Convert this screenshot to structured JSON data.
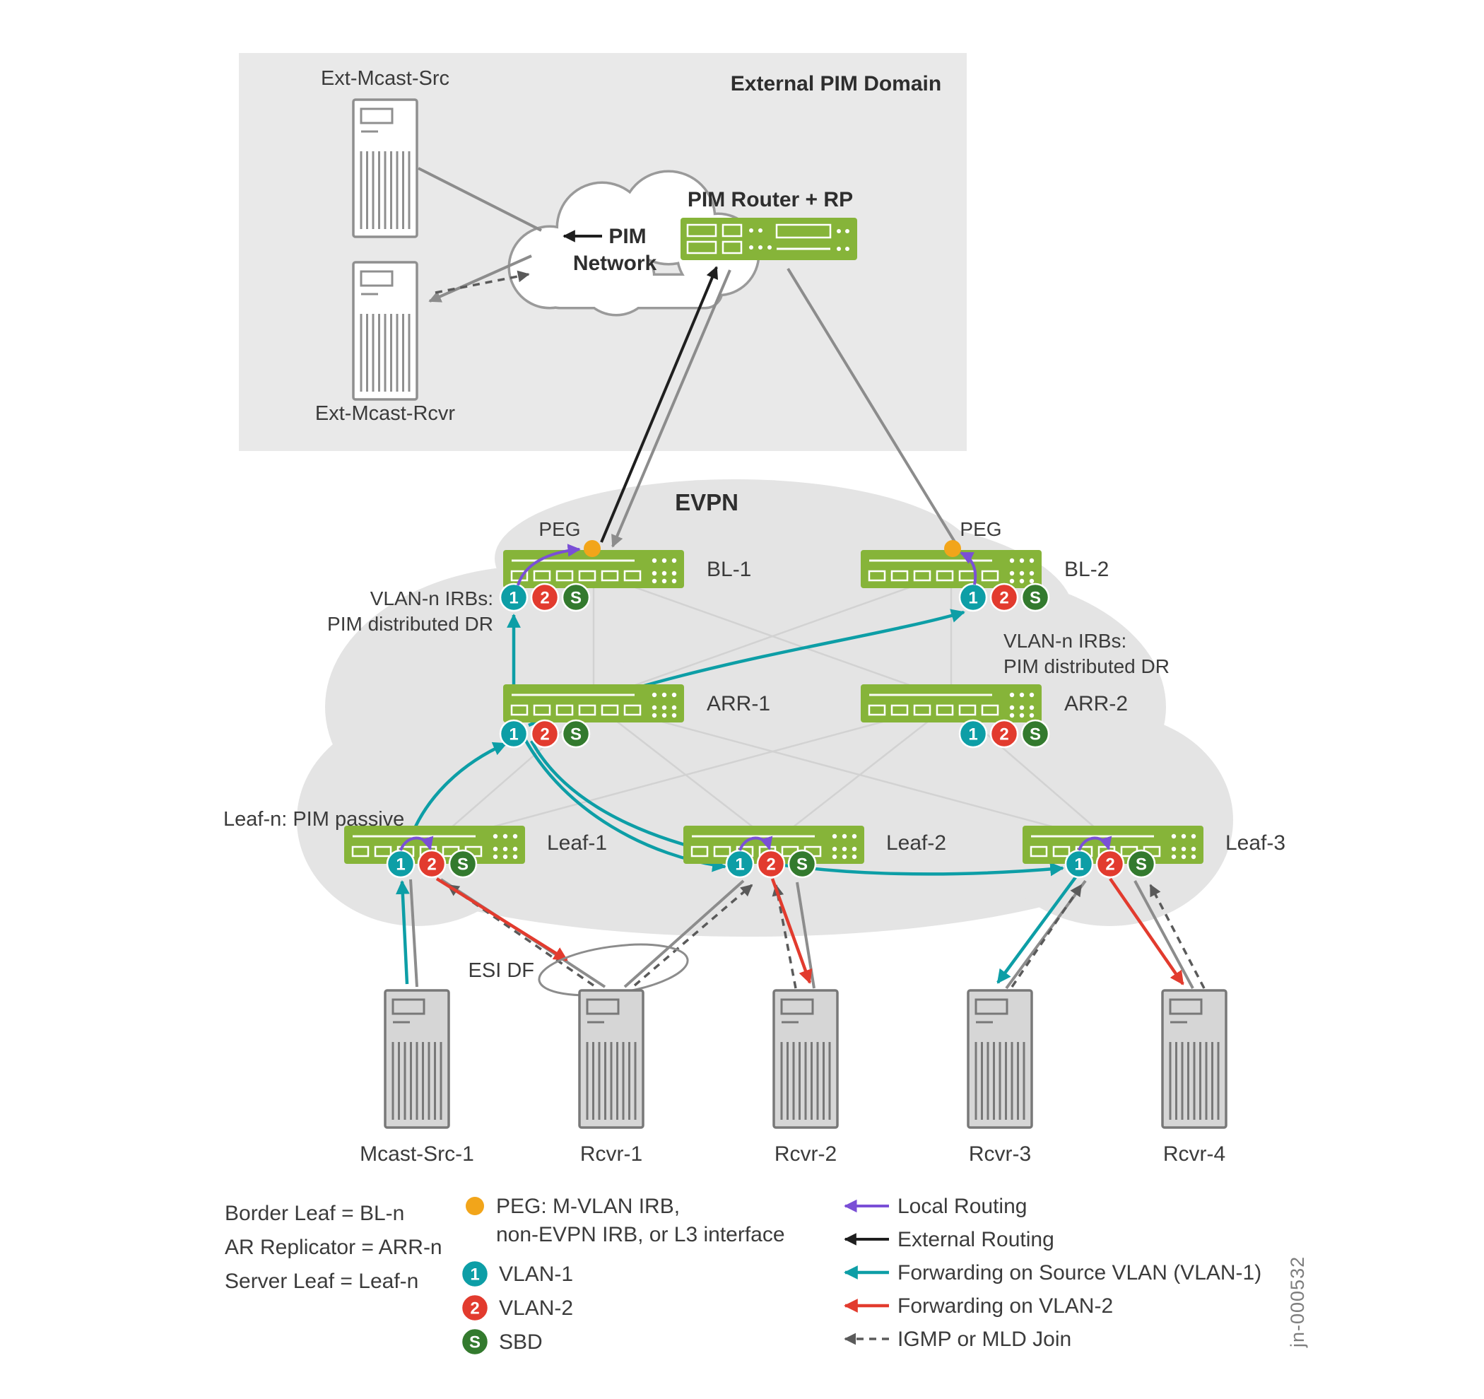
{
  "colors": {
    "switch_green": "#86b439",
    "vlan1_teal": "#0d9ea6",
    "vlan2_red": "#e23b2e",
    "sbd_green": "#337a2e",
    "peg_orange": "#f2a51a",
    "local_routing_purple": "#7a4fd6",
    "external_routing_black": "#1f1f1f",
    "link_gray": "#8c8c8c"
  },
  "badges": {
    "vlan1": "1",
    "vlan2": "2",
    "sbd": "S"
  },
  "external_domain": {
    "title": "External PIM Domain",
    "src_label": "Ext-Mcast-Src",
    "rcvr_label": "Ext-Mcast-Rcvr",
    "cloud_line1": "PIM",
    "cloud_line2": "Network",
    "router_label": "PIM Router + RP"
  },
  "evpn": {
    "title": "EVPN",
    "peg_bl1": "PEG",
    "peg_bl2": "PEG",
    "bl1": "BL-1",
    "bl2": "BL-2",
    "arr1": "ARR-1",
    "arr2": "ARR-2",
    "leaf1": "Leaf-1",
    "leaf2": "Leaf-2",
    "leaf3": "Leaf-3",
    "bl1_note1": "VLAN-n IRBs:",
    "bl1_note2": "PIM distributed DR",
    "bl2_note1": "VLAN-n IRBs:",
    "bl2_note2": "PIM distributed DR",
    "leaf_note": "Leaf-n: PIM passive",
    "esi_label": "ESI DF"
  },
  "hosts": {
    "src1": "Mcast-Src-1",
    "rcvr1": "Rcvr-1",
    "rcvr2": "Rcvr-2",
    "rcvr3": "Rcvr-3",
    "rcvr4": "Rcvr-4"
  },
  "legend": {
    "border_leaf": "Border Leaf = BL-n",
    "ar_replicator": "AR Replicator = ARR-n",
    "server_leaf": "Server Leaf = Leaf-n",
    "peg_line1": "PEG: M-VLAN IRB,",
    "peg_line2": "non-EVPN IRB, or L3 interface",
    "vlan1": "VLAN-1",
    "vlan2": "VLAN-2",
    "sbd": "SBD",
    "local_routing": "Local Routing",
    "external_routing": "External Routing",
    "fwd_source_vlan": "Forwarding on Source VLAN (VLAN-1)",
    "fwd_vlan2": "Forwarding on VLAN-2",
    "igmp_join": "IGMP or MLD Join"
  },
  "watermark": "jn-000532"
}
